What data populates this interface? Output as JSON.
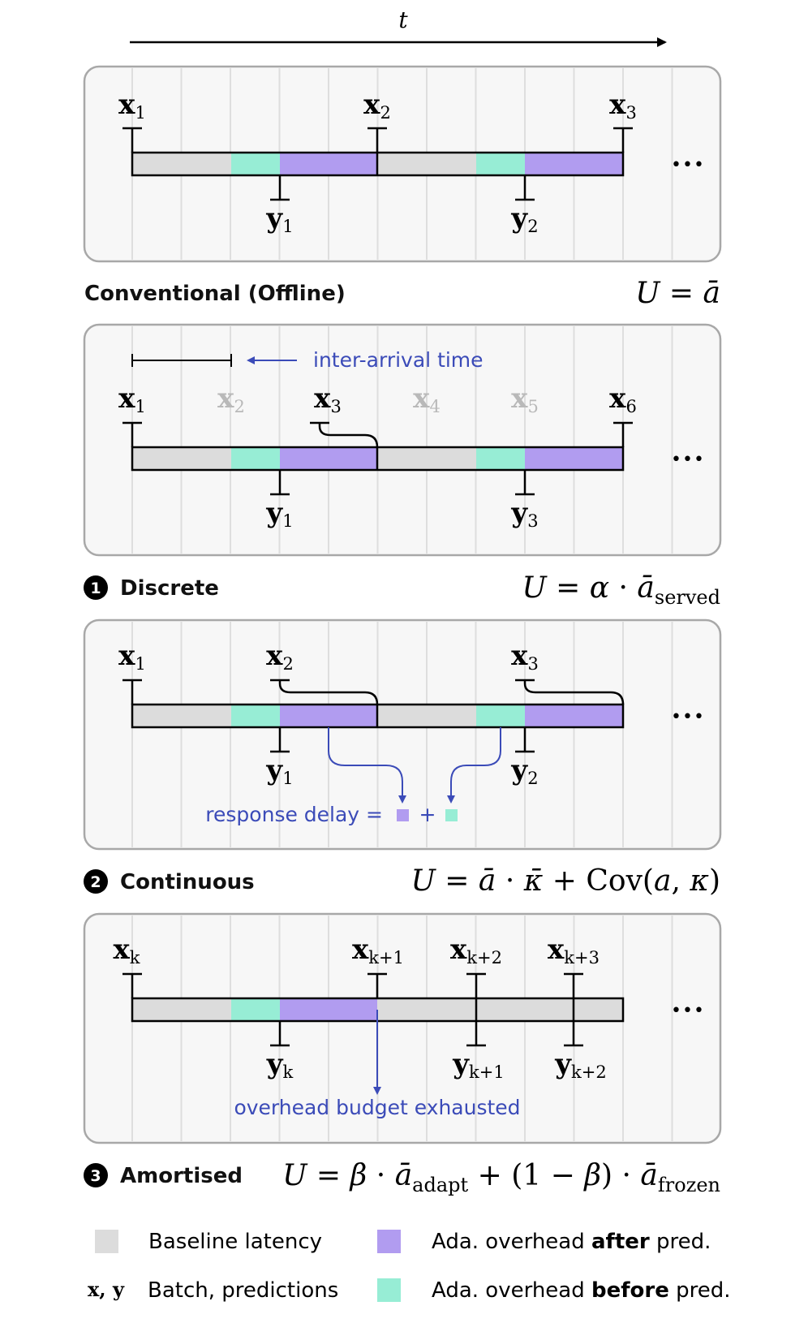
{
  "colors": {
    "baseline": "#dcdcdc",
    "after_pred": "#b19cf0",
    "before_pred": "#97edd5",
    "accent": "#3b4bb8",
    "faded": "#b9b9b9",
    "panel_bg": "#f7f7f7",
    "panel_border": "#a8a8a8"
  },
  "time_axis": {
    "label": "t"
  },
  "panels": [
    {
      "caption": "Conventional (Offline)",
      "num": "",
      "formula": [
        {
          "t": "U",
          "s": "i"
        },
        {
          "t": " = ",
          "s": "n"
        },
        {
          "t": "ā",
          "s": "i"
        }
      ],
      "inputs": [
        {
          "base": "x",
          "sub": "1"
        },
        {
          "base": "x",
          "sub": "2"
        },
        {
          "base": "x",
          "sub": "3"
        }
      ],
      "outputs": [
        {
          "base": "y",
          "sub": "1"
        },
        {
          "base": "y",
          "sub": "2"
        }
      ],
      "ellipsis": "•••"
    },
    {
      "caption": "Discrete",
      "num": "1",
      "formula": [
        {
          "t": "U",
          "s": "i"
        },
        {
          "t": " = ",
          "s": "n"
        },
        {
          "t": "α",
          "s": "i"
        },
        {
          "t": " · ",
          "s": "n"
        },
        {
          "t": "ā",
          "s": "i"
        },
        {
          "t": "served",
          "s": "sub"
        }
      ],
      "interval_label": "inter-arrival time",
      "inputs": [
        {
          "base": "x",
          "sub": "1"
        },
        {
          "base": "x",
          "sub": "2"
        },
        {
          "base": "x",
          "sub": "3"
        },
        {
          "base": "x",
          "sub": "4"
        },
        {
          "base": "x",
          "sub": "5"
        },
        {
          "base": "x",
          "sub": "6"
        }
      ],
      "outputs": [
        {
          "base": "y",
          "sub": "1"
        },
        {
          "base": "y",
          "sub": "3"
        }
      ],
      "ellipsis": "•••"
    },
    {
      "caption": "Continuous",
      "num": "2",
      "formula": [
        {
          "t": "U",
          "s": "i"
        },
        {
          "t": " = ",
          "s": "n"
        },
        {
          "t": "ā",
          "s": "i"
        },
        {
          "t": " · ",
          "s": "n"
        },
        {
          "t": "κ̄",
          "s": "i"
        },
        {
          "t": " + Cov(",
          "s": "n"
        },
        {
          "t": "a",
          "s": "i"
        },
        {
          "t": ", ",
          "s": "n"
        },
        {
          "t": "κ",
          "s": "i"
        },
        {
          "t": ")",
          "s": "n"
        }
      ],
      "delay_label": "response delay =",
      "plus": "+",
      "inputs": [
        {
          "base": "x",
          "sub": "1"
        },
        {
          "base": "x",
          "sub": "2"
        },
        {
          "base": "x",
          "sub": "3"
        }
      ],
      "outputs": [
        {
          "base": "y",
          "sub": "1"
        },
        {
          "base": "y",
          "sub": "2"
        }
      ],
      "ellipsis": "•••"
    },
    {
      "caption": "Amortised",
      "num": "3",
      "formula": [
        {
          "t": "U",
          "s": "i"
        },
        {
          "t": " = ",
          "s": "n"
        },
        {
          "t": "β",
          "s": "i"
        },
        {
          "t": " · ",
          "s": "n"
        },
        {
          "t": "ā",
          "s": "i"
        },
        {
          "t": "adapt",
          "s": "sub"
        },
        {
          "t": " + (1 − ",
          "s": "n"
        },
        {
          "t": "β",
          "s": "i"
        },
        {
          "t": ") · ",
          "s": "n"
        },
        {
          "t": "ā",
          "s": "i"
        },
        {
          "t": "frozen",
          "s": "sub"
        }
      ],
      "budget_label": "overhead budget exhausted",
      "inputs": [
        {
          "base": "x",
          "sub": "k"
        },
        {
          "base": "x",
          "sub": "k+1"
        },
        {
          "base": "x",
          "sub": "k+2"
        },
        {
          "base": "x",
          "sub": "k+3"
        }
      ],
      "outputs": [
        {
          "base": "y",
          "sub": "k"
        },
        {
          "base": "y",
          "sub": "k+1"
        },
        {
          "base": "y",
          "sub": "k+2"
        }
      ],
      "ellipsis": "•••"
    }
  ],
  "legend": {
    "baseline": "Baseline latency",
    "after_prefix": "Ada. overhead ",
    "after_bold": "after",
    "after_suffix": " pred.",
    "before_prefix": "Ada. overhead ",
    "before_bold": "before",
    "before_suffix": " pred.",
    "xy_symbol": "x, y",
    "xy_text": "Batch, predictions"
  }
}
